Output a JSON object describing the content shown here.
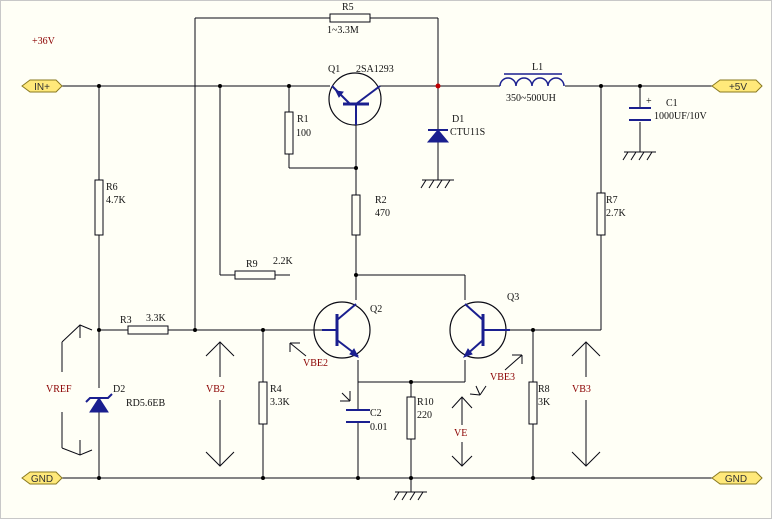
{
  "supply_label": "+36V",
  "ports": {
    "in_plus": "IN+",
    "out": "+5V",
    "gnd_left": "GND",
    "gnd_right": "GND"
  },
  "components": {
    "R5": {
      "ref": "R5",
      "value": "1~3.3M"
    },
    "Q1": {
      "ref": "Q1",
      "value": "2SA1293"
    },
    "L1": {
      "ref": "L1",
      "value": "350~500UH"
    },
    "C1": {
      "ref": "C1",
      "value": "1000UF/10V",
      "polarity": "+"
    },
    "D1": {
      "ref": "D1",
      "value": "CTU11S"
    },
    "R1": {
      "ref": "R1",
      "value": "100"
    },
    "R2": {
      "ref": "R2",
      "value": "470"
    },
    "R6": {
      "ref": "R6",
      "value": "4.7K"
    },
    "R7": {
      "ref": "R7",
      "value": "2.7K"
    },
    "R9": {
      "ref": "R9",
      "value": "2.2K"
    },
    "R3": {
      "ref": "R3",
      "value": "3.3K"
    },
    "Q2": {
      "ref": "Q2"
    },
    "Q3": {
      "ref": "Q3"
    },
    "D2": {
      "ref": "D2",
      "value": "RD5.6EB"
    },
    "R4": {
      "ref": "R4",
      "value": "3.3K"
    },
    "C2": {
      "ref": "C2",
      "value": "0.01"
    },
    "R10": {
      "ref": "R10",
      "value": "220"
    },
    "R8": {
      "ref": "R8",
      "value": "3K"
    }
  },
  "annotations": {
    "vref": "VREF",
    "vb2": "VB2",
    "vbe2": "VBE2",
    "vbe3": "VBE3",
    "ve": "VE",
    "vb3": "VB3"
  },
  "colors": {
    "wire": "#0a0a14",
    "component_blue": "#1a1f8f",
    "annotation_red": "#8b0000",
    "port_fill": "#ffe97a",
    "background": "#fffff6"
  }
}
